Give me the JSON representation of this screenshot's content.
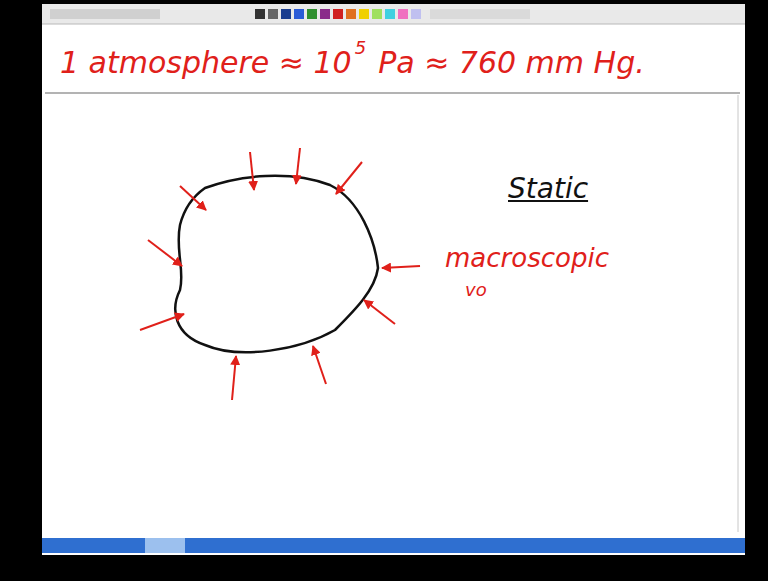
{
  "diagram": {
    "labels": [
      "1 atmosphere ≈ 10",
      "5",
      "Pa ≈ 760 mm Hg.",
      "Static",
      "macroscopic",
      "vo"
    ]
  }
}
